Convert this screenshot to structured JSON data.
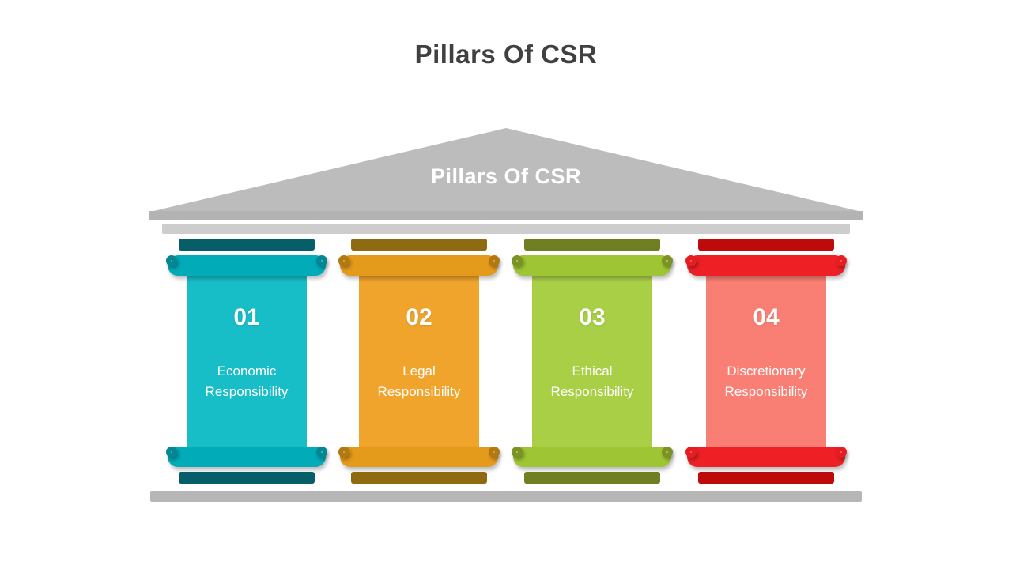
{
  "page": {
    "title": "Pillars Of CSR"
  },
  "roof": {
    "label": "Pillars Of CSR"
  },
  "colors": {
    "title_text": "#404040",
    "roof": "#bcbcbc",
    "roof_beam": "#b3b3b3",
    "roof_subbeam": "#cdcdcd",
    "floor": "#b6b6b6",
    "pillar_text": "#ffffff"
  },
  "pillars": [
    {
      "number": "01",
      "label": "Economic Responsibility",
      "colors": {
        "body": "#17bdc7",
        "capital": "#01abb8",
        "bar": "#065f68",
        "knob_ring": "#068691",
        "knob_dot": "#33c9d1"
      }
    },
    {
      "number": "02",
      "label": "Legal Responsibility",
      "colors": {
        "body": "#f0a42c",
        "capital": "#e49a1b",
        "bar": "#8e6a11",
        "knob_ring": "#b07911",
        "knob_dot": "#f1ac33"
      }
    },
    {
      "number": "03",
      "label": "Ethical Responsibility",
      "colors": {
        "body": "#a9cf47",
        "capital": "#9dc534",
        "bar": "#6f7f22",
        "knob_ring": "#7e9127",
        "knob_dot": "#b3d551"
      }
    },
    {
      "number": "04",
      "label": "Discretionary Responsibility",
      "colors": {
        "body": "#f97e73",
        "capital": "#ee2026",
        "bar": "#be0a0a",
        "knob_ring": "#e81d23",
        "knob_dot": "#f7776d"
      }
    }
  ]
}
